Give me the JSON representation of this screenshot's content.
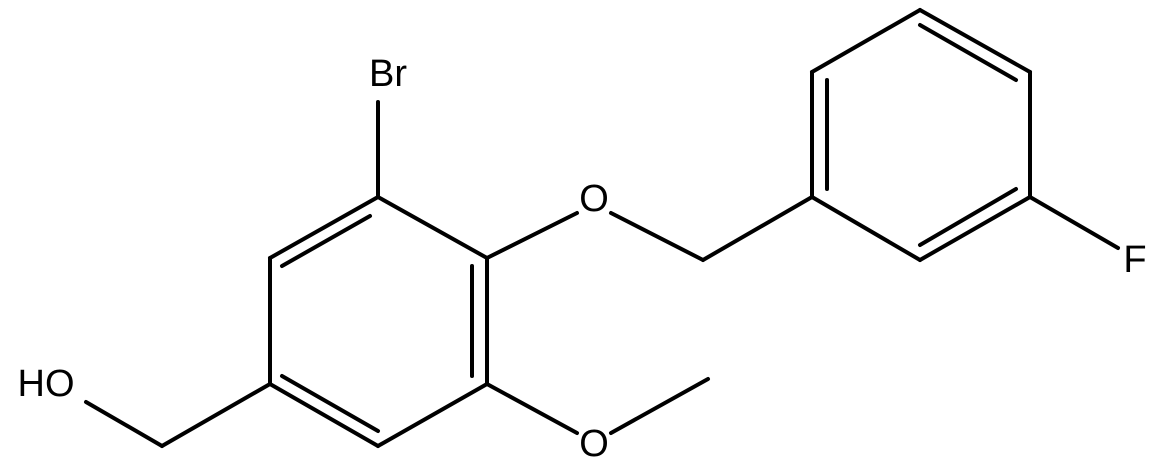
{
  "molecule": {
    "atom_labels": {
      "br": "Br",
      "ether_o": "O",
      "f": "F",
      "hydroxyl": "HO",
      "methoxy_o": "O"
    }
  }
}
